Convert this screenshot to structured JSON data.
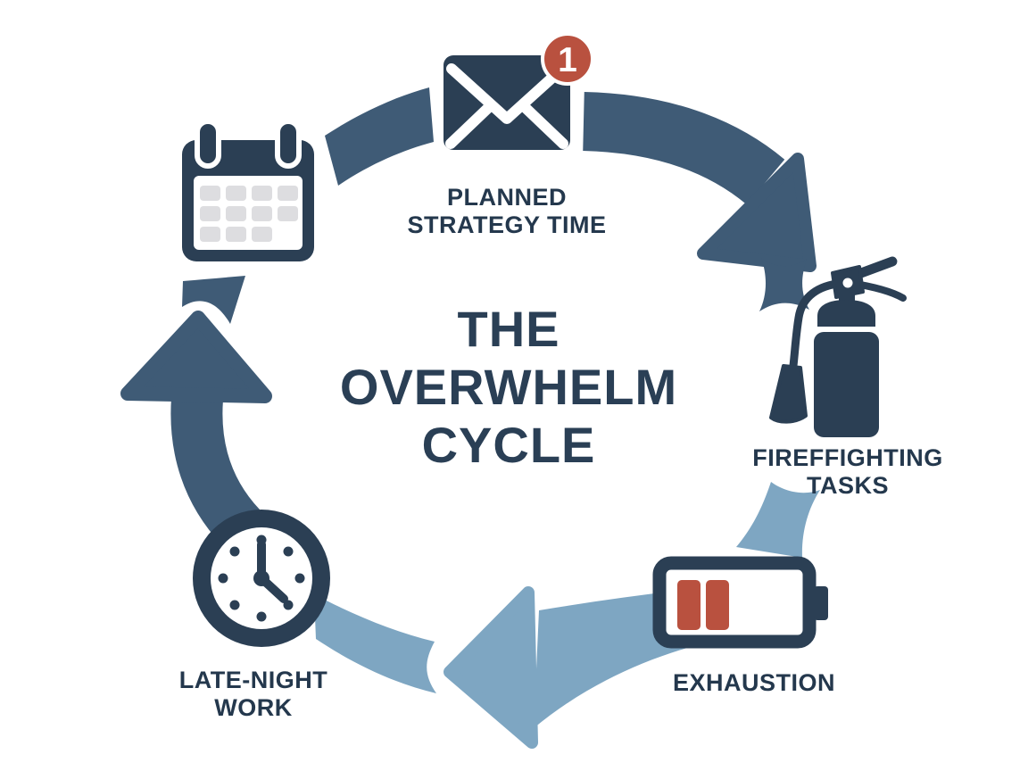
{
  "diagram": {
    "title_line1": "THE",
    "title_line2": "OVERWHELM",
    "title_line3": "CYCLE"
  },
  "nodes": {
    "planned_strategy_time": {
      "label_line1": "PLANNED",
      "label_line2": "STRATEGY TIME",
      "icon": "email-icon",
      "badge_count": "1"
    },
    "firefighting_tasks": {
      "label_line1": "FIREFFIGHTING",
      "label_line2": "TASKS",
      "icon": "fire-extinguisher-icon"
    },
    "exhaustion": {
      "label_line1": "EXHAUSTION",
      "label_line2": "",
      "icon": "battery-low-icon"
    },
    "late_night_work": {
      "label_line1": "LATE-NIGHT",
      "label_line2": "WORK",
      "icon": "clock-icon"
    },
    "calendar_node": {
      "icon": "calendar-icon"
    }
  },
  "colors": {
    "icon_navy": "#2b3f54",
    "arrow_dark_slate": "#3f5b76",
    "arrow_light_blue": "#7ea6c2",
    "accent_red": "#b9513f",
    "calendar_cell_gray": "#dddde0",
    "text_navy": "#24384d",
    "background": "#ffffff"
  }
}
